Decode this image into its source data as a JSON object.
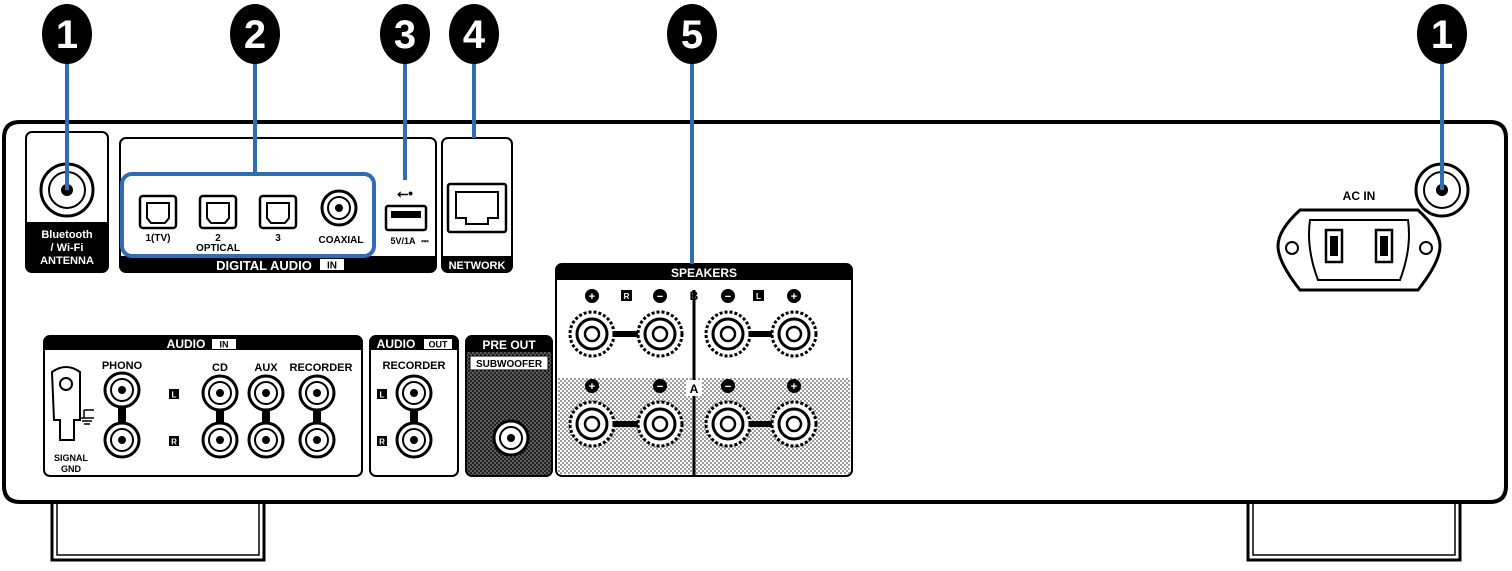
{
  "callouts": [
    "1",
    "2",
    "3",
    "4",
    "5",
    "1"
  ],
  "antenna": {
    "label_line1": "Bluetooth",
    "label_line2": "/ Wi-Fi",
    "label_line3": "ANTENNA"
  },
  "digital_audio": {
    "ports": [
      "1(TV)",
      "2",
      "3",
      "COAXIAL"
    ],
    "optical_label": "OPTICAL",
    "section_label": "DIGITAL AUDIO",
    "section_badge": "IN"
  },
  "usb": {
    "label": "5V/1A",
    "symbol": "⎓"
  },
  "network": {
    "label": "NETWORK"
  },
  "ac_in": {
    "label": "AC IN"
  },
  "speakers": {
    "title": "SPEAKERS",
    "row_b": "B",
    "row_a": "A",
    "right_ch": "R",
    "left_ch": "L",
    "plus": "+",
    "minus": "−"
  },
  "audio_in": {
    "title": "AUDIO",
    "badge": "IN",
    "inputs": [
      "PHONO",
      "CD",
      "AUX",
      "RECORDER"
    ],
    "ch_left": "L",
    "ch_right": "R",
    "gnd_line1": "SIGNAL",
    "gnd_line2": "GND"
  },
  "audio_out": {
    "title": "AUDIO",
    "badge": "OUT",
    "recorder": "RECORDER",
    "ch_left": "L",
    "ch_right": "R"
  },
  "pre_out": {
    "title": "PRE OUT",
    "subwoofer": "SUBWOOFER"
  },
  "colors": {
    "callout_line": "#2f6db5",
    "badge_bg": "#000",
    "badge_fg": "#fff",
    "panel_stroke": "#000"
  }
}
